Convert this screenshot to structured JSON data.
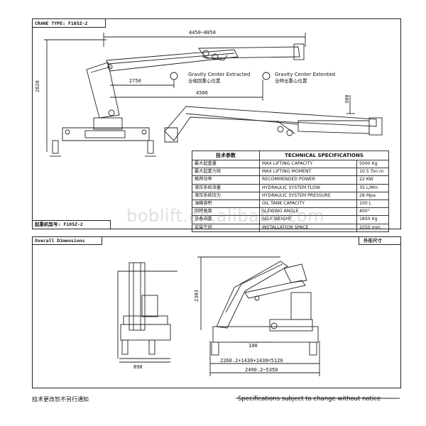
{
  "header": {
    "crane_type": "CRANE TYPE: F105Z-2",
    "model_cn": "起重机型号: F105Z-2"
  },
  "dimensions_top": {
    "reach": "4450~8050",
    "height": "2620",
    "extracted_offset": "2750",
    "extended_offset": "4500",
    "hook_offset": "300"
  },
  "gravity": {
    "extracted_en": "Gravity Center Extracted",
    "extracted_cn": "全缩回重心位置",
    "extended_en": "Gravity Center Extented",
    "extended_cn": "全伸出重心位置"
  },
  "specs": {
    "header_cn": "技术参数",
    "header_en": "TECHNICAL SPECIFICATIONS",
    "rows": [
      {
        "cn": "最大起重量",
        "en": "MAX LIFTING CAPACITY",
        "value": "5000 Kg"
      },
      {
        "cn": "最大起重力矩",
        "en": "MAX LIFTING MOMENT",
        "value": "10.5 Ton.m"
      },
      {
        "cn": "推荐功率",
        "en": "RECOMMENDED POWER",
        "value": "22 KW"
      },
      {
        "cn": "液压系统流量",
        "en": "HYDRAULIC SYSTEM FLOW",
        "value": "35 L/Min"
      },
      {
        "cn": "液压系统压力",
        "en": "HYDRAULIC SYSTEM PRESSURE",
        "value": "28 Mpa"
      },
      {
        "cn": "油箱容积",
        "en": "OIL TANK CAPACITY",
        "value": "100 L"
      },
      {
        "cn": "回转角度",
        "en": "SLEWING ANGLE",
        "value": "400°"
      },
      {
        "cn": "设备自重",
        "en": "SELF WEIGHT",
        "value": "1850 Kg"
      },
      {
        "cn": "安装空间",
        "en": "INSTALLATION SPACE",
        "value": "1050 mm"
      }
    ]
  },
  "watermark": "boblift.en.alibaba.com",
  "overall": {
    "title_en": "Overall Dimensions",
    "title_cn": "外形尺寸",
    "width_front": "890",
    "height_side": "2303",
    "base_offset": "100",
    "span_a": "2260.2+1430+1430=5120",
    "span_b": "2490.2~5350"
  },
  "footer": {
    "notice_cn": "技术更改恕不另行通知",
    "notice_en": "Specifications subject to change without notice"
  }
}
